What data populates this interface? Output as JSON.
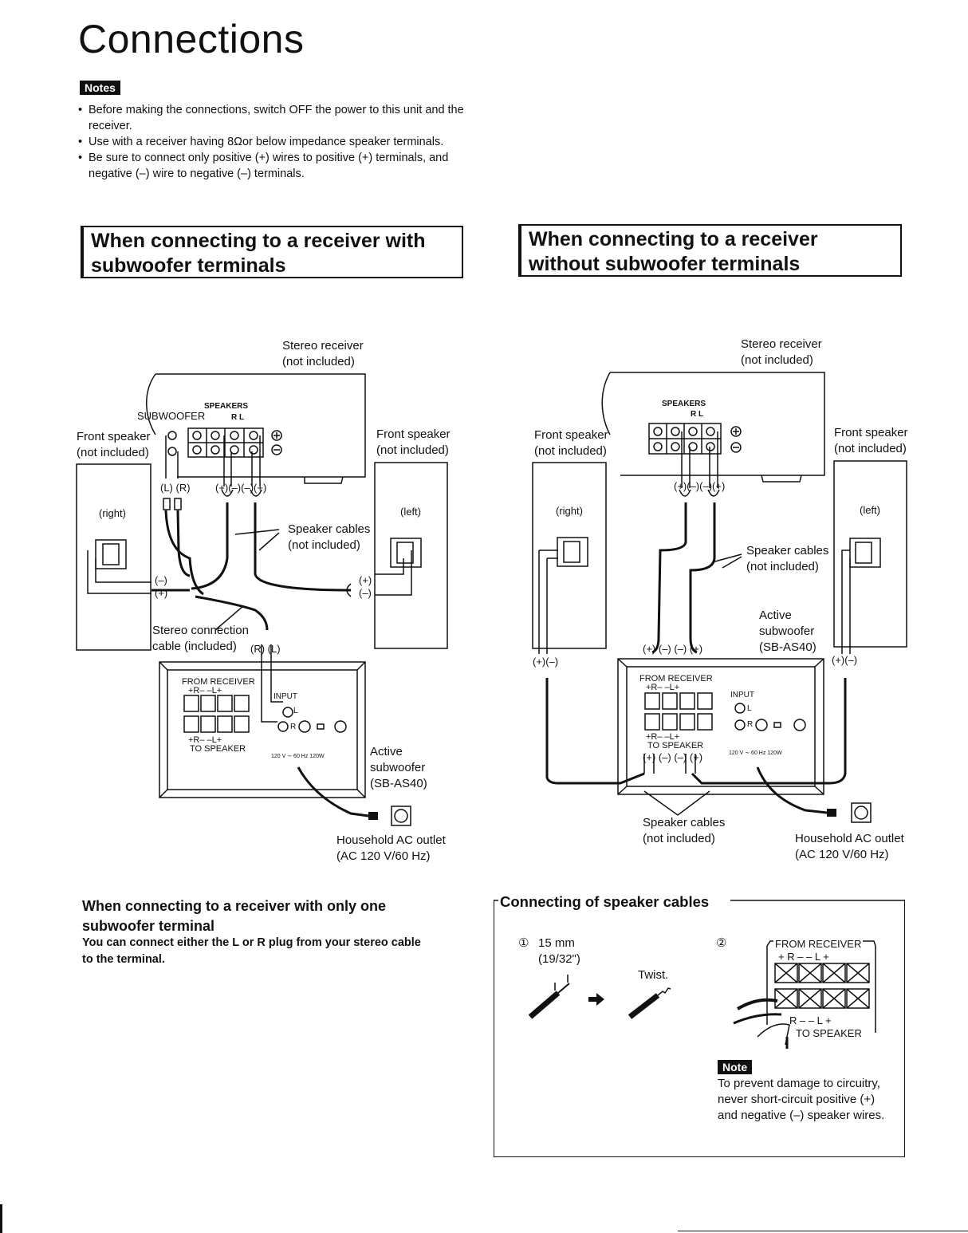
{
  "page_title": "Connections",
  "notes": {
    "badge": "Notes",
    "items": [
      "Before making the connections, switch OFF the power to this unit and the receiver.",
      "Use with a receiver having 8Ωor below impedance speaker terminals.",
      "Be sure to connect only positive (+) wires to positive (+) terminals, and negative (–) wire to negative (–) terminals."
    ]
  },
  "section_with": {
    "heading": "When connecting to a receiver with subwoofer terminals",
    "stereo_receiver": "Stereo receiver",
    "stereo_receiver_note": "(not included)",
    "speakers_label": "SPEAKERS",
    "subwoofer_label": "SUBWOOFER",
    "rl_label": "R    L",
    "front_speaker_left_side": "Front speaker",
    "front_speaker_left_side_note": "(not included)",
    "front_speaker_right_side": "Front speaker",
    "front_speaker_right_side_note": "(not included)",
    "right_label": "(right)",
    "left_label": "(left)",
    "lr_plugs": "(L) (R)",
    "polarity_top": "(+)(–)(–)(+)",
    "speaker_cables": "Speaker cables",
    "speaker_cables_note": "(not included)",
    "polarity_right_a": "(+)",
    "polarity_right_b": "(–)",
    "polarity_left_a": "(–)",
    "polarity_left_b": "(+)",
    "stereo_cable": "Stereo connection",
    "stereo_cable_note": "cable (included)",
    "rl_plugs": "(R) (L)",
    "from_receiver": "FROM RECEIVER",
    "from_receiver_polarity": "+R–  –L+",
    "to_speaker_polarity": "+R–  –L+",
    "to_speaker": "TO SPEAKER",
    "input": "INPUT",
    "input_l": "L",
    "input_r": "R",
    "power_rating": "120 V ∼ 60 Hz  120W",
    "active_subwoofer": "Active",
    "active_subwoofer_2": "subwoofer",
    "active_subwoofer_model": "(SB-AS40)",
    "household_outlet": "Household AC outlet",
    "household_outlet_note": "(AC 120 V/60 Hz)"
  },
  "section_without": {
    "heading": "When connecting to a receiver without subwoofer terminals",
    "stereo_receiver": "Stereo receiver",
    "stereo_receiver_note": "(not included)",
    "speakers_label": "SPEAKERS",
    "rl_label": "R    L",
    "front_speaker_left_side": "Front speaker",
    "front_speaker_left_side_note": "(not included)",
    "front_speaker_right_side": "Front speaker",
    "front_speaker_right_side_note": "(not included)",
    "right_label": "(right)",
    "left_label": "(left)",
    "polarity_top": "(+)(–)(–)(+)",
    "speaker_cables": "Speaker cables",
    "speaker_cables_note": "(not included)",
    "active_subwoofer": "Active",
    "active_subwoofer_2": "subwoofer",
    "active_subwoofer_model": "(SB-AS40)",
    "polarity_mid": "(+) (–)  (–) (+)",
    "polarity_left_speaker": "(+)(–)",
    "polarity_right_speaker": "(+)(–)",
    "from_receiver": "FROM RECEIVER",
    "from_receiver_polarity": "+R–  –L+",
    "to_speaker_polarity": "+R–  –L+",
    "to_speaker": "TO SPEAKER",
    "polarity_bottom": "(+) (–)  (–) (+)",
    "input": "INPUT",
    "input_l": "L",
    "input_r": "R",
    "power_rating": "120 V ∼ 60 Hz  120W",
    "speaker_cables_bottom": "Speaker cables",
    "speaker_cables_bottom_note": "(not included)",
    "household_outlet": "Household AC outlet",
    "household_outlet_note": "(AC 120 V/60 Hz)"
  },
  "one_terminal": {
    "heading_line1": "When connecting to a receiver with only one",
    "heading_line2": "subwoofer terminal",
    "text_line1": "You can connect either the L or R plug from your stereo cable",
    "text_line2": "to the terminal."
  },
  "speaker_cables_box": {
    "title": "Connecting of speaker cables",
    "step1_num": "①",
    "step1_len": "15 mm",
    "step1_inch": "(19/32\")",
    "twist": "Twist.",
    "step2_num": "②",
    "from_receiver": "FROM RECEIVER",
    "from_polarity": "+ R –    – L +",
    "to_polarity": "R –    – L +",
    "to_speaker": "TO SPEAKER",
    "note_badge": "Note",
    "note_text_1": "To prevent damage to circuitry,",
    "note_text_2": "never short-circuit positive (+)",
    "note_text_3": "and negative (–) speaker wires."
  }
}
